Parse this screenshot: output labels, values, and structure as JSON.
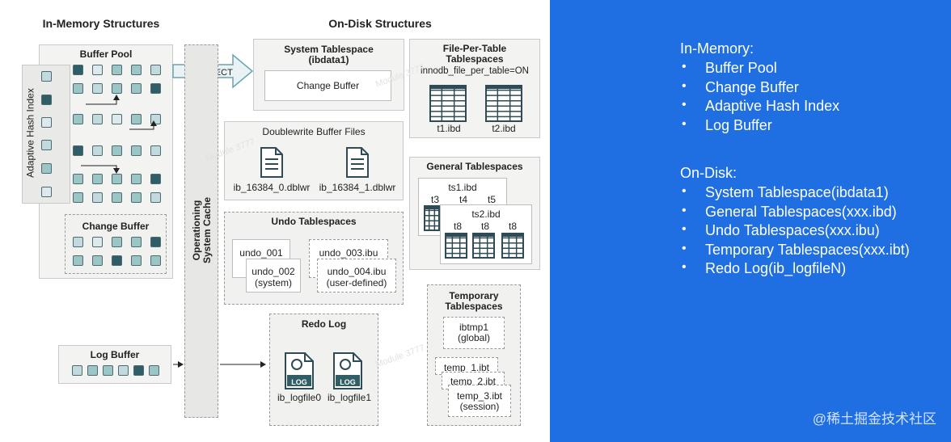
{
  "diagram": {
    "in_memory_title": "In-Memory Structures",
    "on_disk_title": "On-Disk Structures",
    "buffer_pool": "Buffer Pool",
    "adaptive_hash_index": "Adaptive Hash Index",
    "change_buffer_mem": "Change Buffer",
    "log_buffer": "Log Buffer",
    "os_cache_line1": "Operationing",
    "os_cache_line2": "System Cache",
    "o_direct": "O_DIRECT",
    "system_tablespace_line1": "System Tablespace",
    "system_tablespace_line2": "(ibdata1)",
    "change_buffer_disk": "Change Buffer",
    "file_per_table_line1": "File-Per-Table",
    "file_per_table_line2": "Tablespaces",
    "file_per_table_setting": "innodb_file_per_table=ON",
    "t1": "t1.ibd",
    "t2": "t2.ibd",
    "doublewrite": "Doublewrite Buffer Files",
    "dblwr0": "ib_16384_0.dblwr",
    "dblwr1": "ib_16384_1.dblwr",
    "general_tablespaces": "General Tablespaces",
    "ts1": "ts1.ibd",
    "ts2": "ts2.ibd",
    "t3": "t3",
    "t4": "t4",
    "t5": "t5",
    "t8": "t8",
    "undo_tablespaces": "Undo Tablespaces",
    "undo001": "undo_001",
    "undo002_line1": "undo_002",
    "undo002_line2": "(system)",
    "undo003": "undo_003.ibu",
    "undo004_line1": "undo_004.ibu",
    "undo004_line2": "(user-defined)",
    "temp_ts_line1": "Temporary",
    "temp_ts_line2": "Tablespaces",
    "ibtmp1_line1": "ibtmp1",
    "ibtmp1_line2": "(global)",
    "temp1": "temp_1.ibt",
    "temp2": "temp_2.ibt",
    "temp3_line1": "temp_3.ibt",
    "temp3_line2": "(session)",
    "redo_log": "Redo Log",
    "log_icon": "LOG",
    "logfile0": "ib_logfile0",
    "logfile1": "ib_logfile1",
    "watermark_text": "Module 3777",
    "colors": {
      "teal_dark": "#2f5e67",
      "teal": "#9cc6c6",
      "teal_light": "#dde9ed",
      "bg_blue": "#1f6fe3"
    }
  },
  "summary": {
    "in_memory_heading": "In-Memory:",
    "in_memory_items": [
      "Buffer Pool",
      "Change Buffer",
      "Adaptive Hash Index",
      "Log Buffer"
    ],
    "on_disk_heading": "On-Disk:",
    "on_disk_items": [
      "System Tablespace(ibdata1)",
      "General Tablespaces(xxx.ibd)",
      "Undo Tablespaces(xxx.ibu)",
      "Temporary Tablespaces(xxx.ibt)",
      "Redo Log(ib_logfileN)"
    ],
    "bullet": "•"
  },
  "watermark": "@稀土掘金技术社区"
}
